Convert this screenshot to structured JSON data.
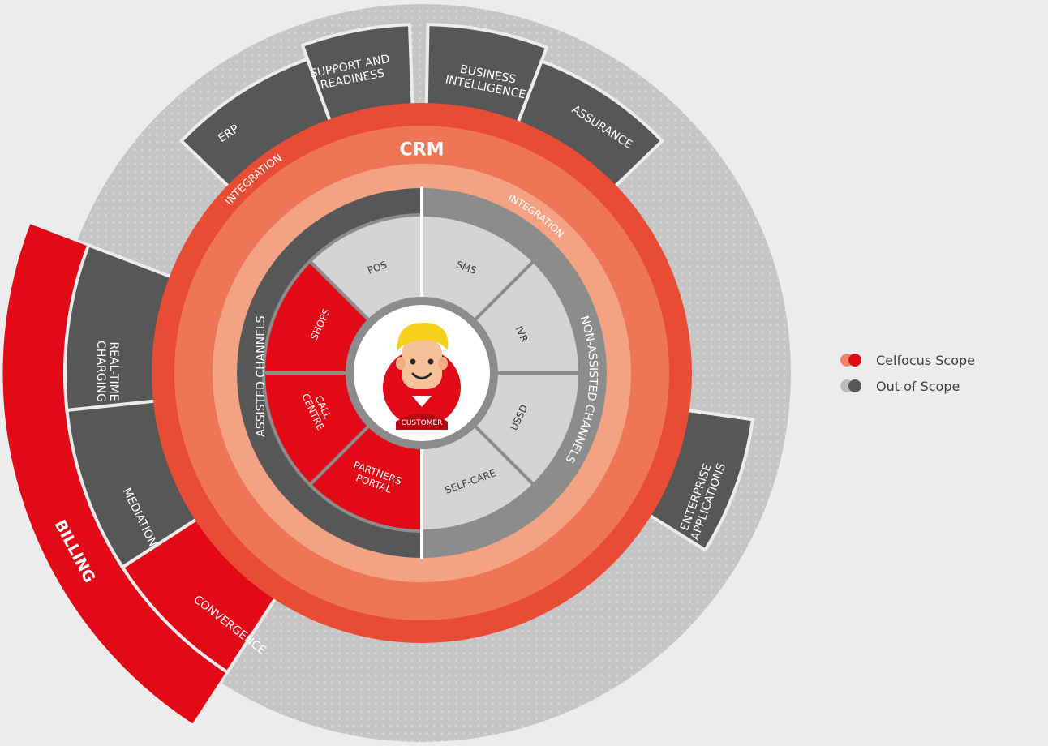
{
  "crm": {
    "title": "CRM"
  },
  "integration": {
    "outer": "INTEGRATION",
    "inner": "INTEGRATION"
  },
  "outer_modules": {
    "erp": "ERP",
    "support_readiness": [
      "SUPPORT AND",
      "READINESS"
    ],
    "business_intelligence": [
      "BUSINESS",
      "INTELLIGENCE"
    ],
    "assurance": "ASSURANCE",
    "enterprise_applications": [
      "ENTERPRISE",
      "APPLICATIONS"
    ]
  },
  "billing": {
    "title": "BILLING",
    "real_time_charging": [
      "REAL-TIME",
      "CHARGING"
    ],
    "mediation": "MEDIATION",
    "convergence": "CONVERGENCE"
  },
  "channels": {
    "assisted_label": "ASSISTED CHANNELS",
    "non_assisted_label": "NON-ASSISTED CHANNELS",
    "pos": "POS",
    "shops": "SHOPS",
    "call_centre": [
      "CALL",
      "CENTRE"
    ],
    "partners_portal": [
      "PARTNERS",
      "PORTAL"
    ],
    "sms": "SMS",
    "ivr": "IVR",
    "ussd": "USSD",
    "self_care": "SELF-CARE"
  },
  "customer": {
    "label": "CUSTOMER"
  },
  "legend": {
    "items": [
      {
        "label": "Celfocus Scope",
        "colors": [
          "#f0826a",
          "#e20a16"
        ]
      },
      {
        "label": "Out of Scope",
        "colors": [
          "#bdbdbd",
          "#575757"
        ]
      }
    ]
  },
  "colors": {
    "red": "#e20a16",
    "crm_outer": "#e84c35",
    "crm_mid": "#ee7656",
    "crm_inner": "#f4a284",
    "dark_gray": "#575757",
    "mid_gray": "#8c8c8c",
    "light_gray": "#d4d4d4",
    "dotted_bg": "#c5c5c5"
  }
}
